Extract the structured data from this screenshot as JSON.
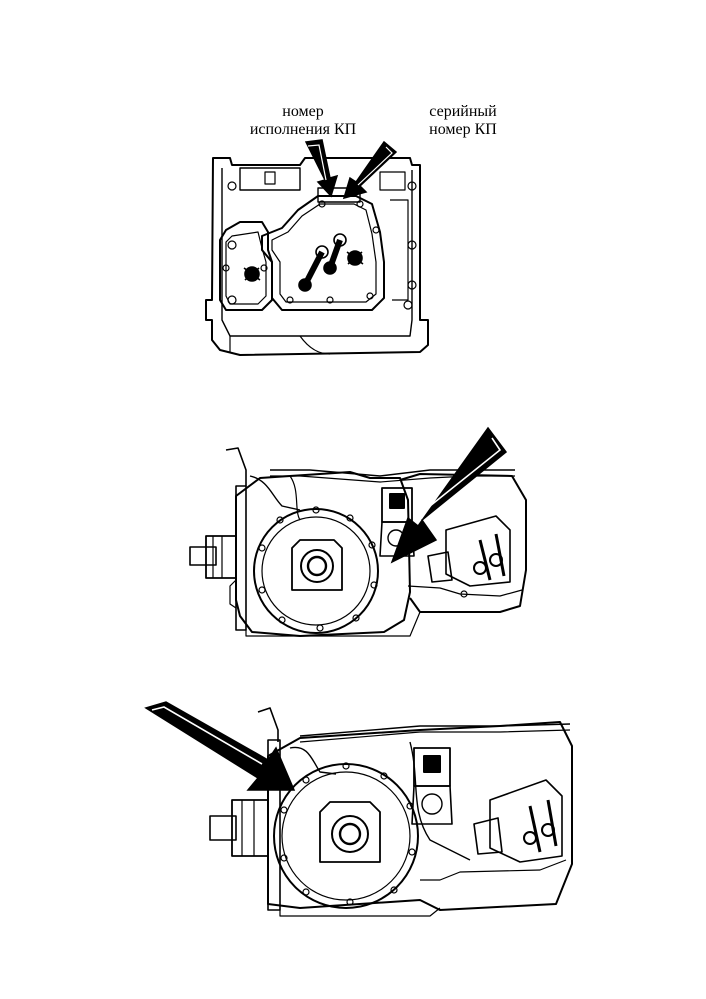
{
  "labels": {
    "variant_line1": "номер",
    "variant_line2": "исполнения КП",
    "serial_line1": "серийный",
    "serial_line2": "номер КП"
  },
  "figures": [
    {
      "name": "gearbox-top-view",
      "icon": "transmission-housing-top"
    },
    {
      "name": "gearbox-side-view-1",
      "icon": "transmission-side-view"
    },
    {
      "name": "gearbox-side-view-2",
      "icon": "transmission-side-view"
    }
  ],
  "colors": {
    "line": "#000000",
    "arrow_fill": "#000000",
    "background": "#ffffff"
  }
}
